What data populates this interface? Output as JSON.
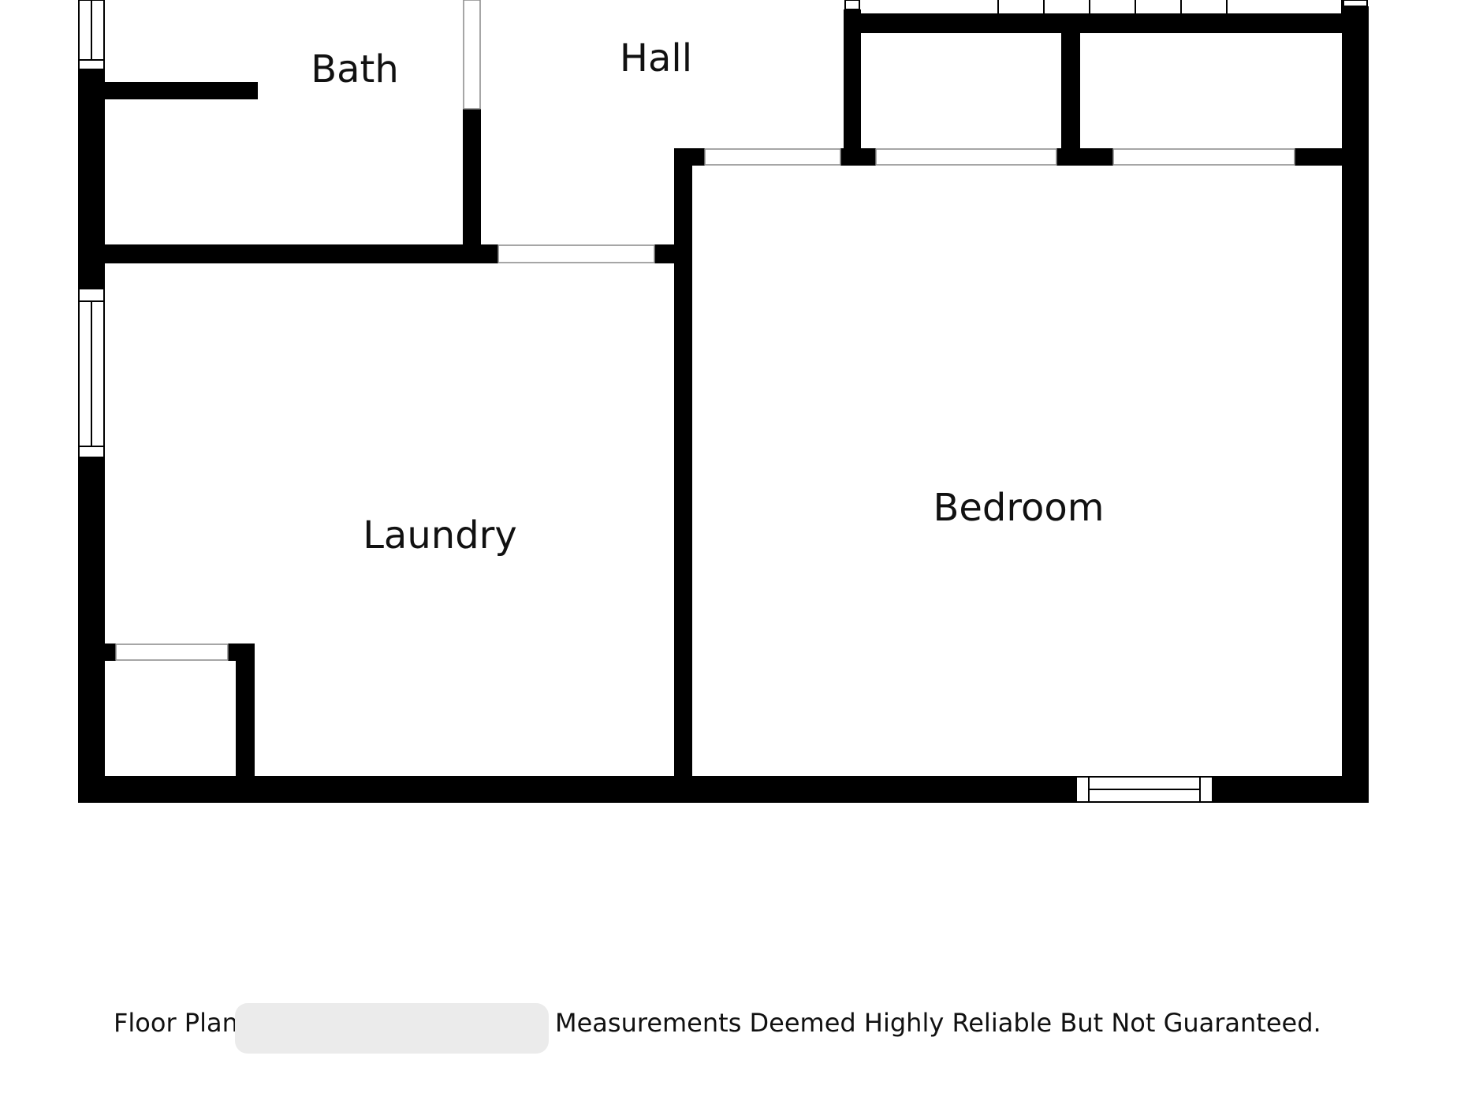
{
  "rooms": {
    "bath": "Bath",
    "hall": "Hall",
    "laundry": "Laundry",
    "bedroom": "Bedroom"
  },
  "caption": {
    "prefix": "Floor Plan",
    "suffix": "Measurements Deemed Highly Reliable But Not Guaranteed."
  },
  "colors": {
    "wall": "#000000",
    "background": "#ffffff",
    "redaction": "#ebebeb"
  }
}
